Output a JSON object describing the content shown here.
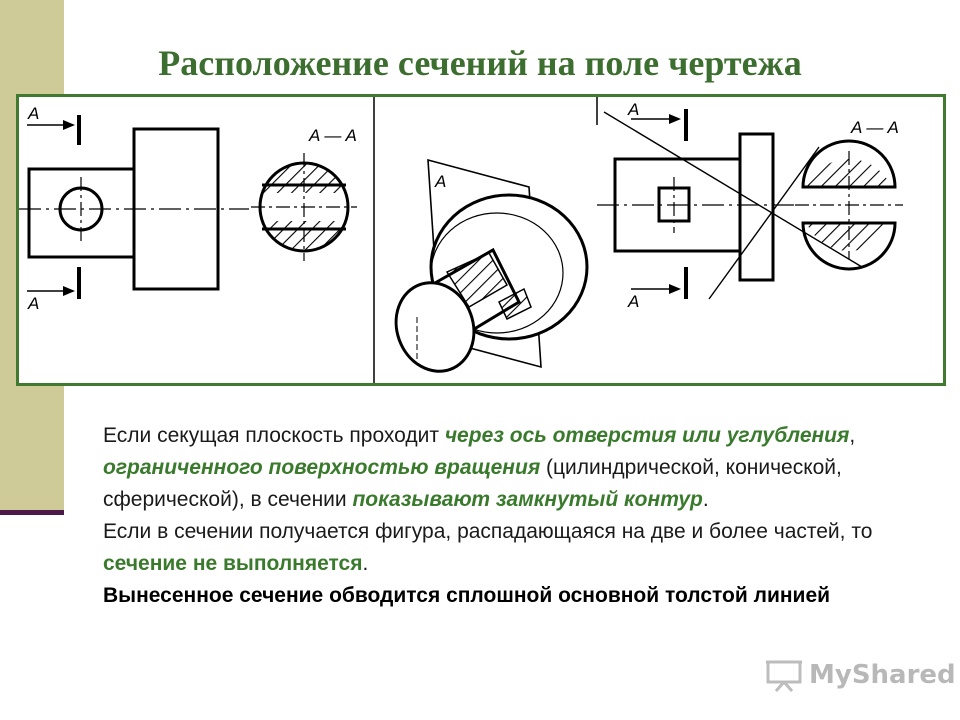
{
  "title": "Расположение сечений на поле чертежа",
  "drawing": {
    "label_a": "A",
    "label_section": "A — A"
  },
  "body": {
    "p1_part1": "Если секущая плоскость проходит ",
    "p1_em1": "через ось отверстия или углубления",
    "p1_part2": ", ",
    "p1_em2": "ограниченного поверхностью вращения",
    "p1_part3": " (цилиндрической, конической, сферической), в сечении ",
    "p1_em3": "показывают замкнутый контур",
    "p1_part4": ".",
    "p2_part1": "Если в сечении получается фигура, распадающаяся на две и более частей, то ",
    "p2_green": "сечение не выполняется",
    "p2_part2": ".",
    "p3": "Вынесенное сечение обводится сплошной основной толстой линией"
  },
  "watermark": {
    "text": "MyShared",
    "icon": "presentation-icon"
  },
  "colors": {
    "title": "#3c6e2f",
    "frame": "#3f7a2f",
    "emphasis": "#3a7a2c",
    "sidebar": "#cfcb98",
    "sidebar_line": "#4b1a4a"
  }
}
